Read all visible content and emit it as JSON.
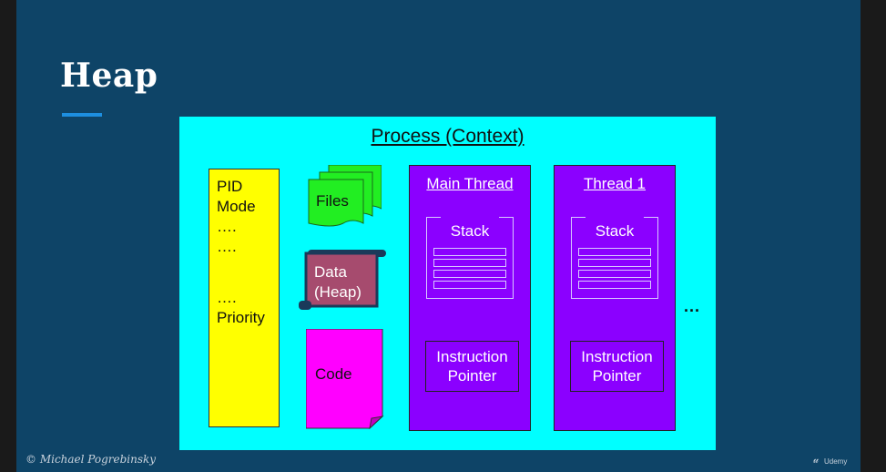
{
  "slide": {
    "title": "Heap",
    "copyright": "© Michael Pogrebinsky",
    "brand": "Udemy",
    "brand_icon": "udemy-logo-icon"
  },
  "diagram": {
    "title": "Process (Context)",
    "pcb_lines": [
      "PID",
      "Mode",
      "….",
      "….",
      "….",
      "Priority"
    ],
    "files_label": "Files",
    "data_label_line1": "Data",
    "data_label_line2": "(Heap)",
    "code_label": "Code",
    "threads": [
      {
        "title": "Main Thread",
        "stack_label": "Stack",
        "ip_line1": "Instruction",
        "ip_line2": "Pointer"
      },
      {
        "title": "Thread 1",
        "stack_label": "Stack",
        "ip_line1": "Instruction",
        "ip_line2": "Pointer"
      }
    ],
    "ellipsis": "...",
    "colors": {
      "slide_bg": "#0e4467",
      "panel": "#00ffff",
      "pcb": "#ffff00",
      "files": "#22ee22",
      "data": "#a64b6e",
      "code": "#ff00ff",
      "thread": "#8b00ff",
      "accent": "#1d8fe0"
    }
  }
}
